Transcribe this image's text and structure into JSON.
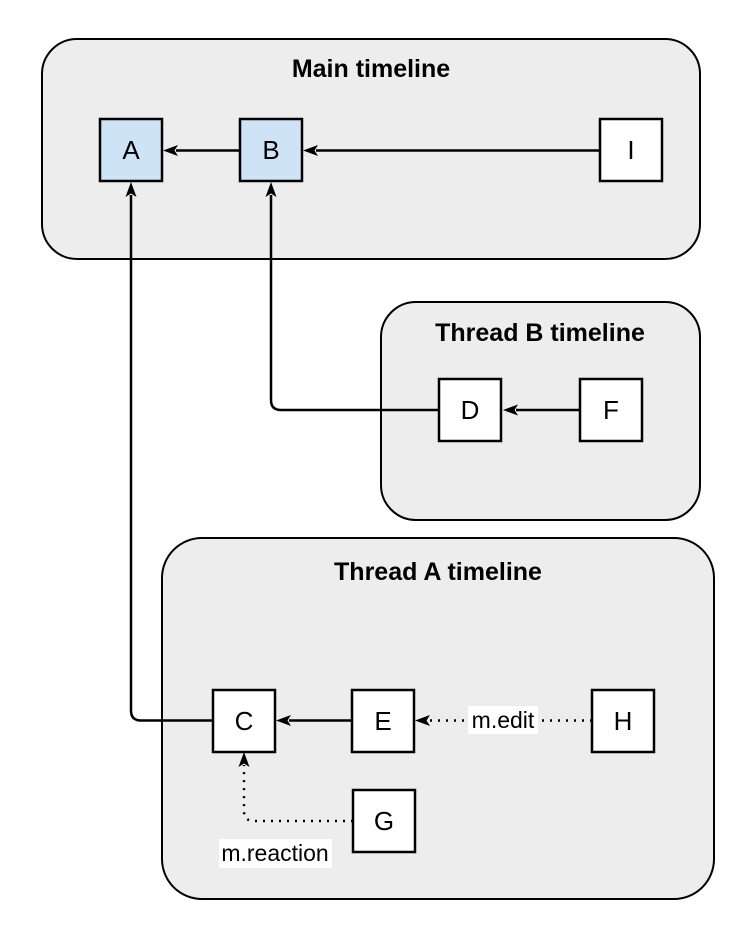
{
  "diagram": {
    "containers": [
      {
        "id": "main-timeline",
        "title": "Main timeline"
      },
      {
        "id": "thread-b-timeline",
        "title": "Thread B timeline"
      },
      {
        "id": "thread-a-timeline",
        "title": "Thread A timeline"
      }
    ],
    "nodes": [
      {
        "id": "A",
        "label": "A",
        "timeline": "main-timeline",
        "fill": "#cfe3f7"
      },
      {
        "id": "B",
        "label": "B",
        "timeline": "main-timeline",
        "fill": "#cfe3f7"
      },
      {
        "id": "I",
        "label": "I",
        "timeline": "main-timeline",
        "fill": "#ffffff"
      },
      {
        "id": "D",
        "label": "D",
        "timeline": "thread-b-timeline",
        "fill": "#ffffff"
      },
      {
        "id": "F",
        "label": "F",
        "timeline": "thread-b-timeline",
        "fill": "#ffffff"
      },
      {
        "id": "C",
        "label": "C",
        "timeline": "thread-a-timeline",
        "fill": "#ffffff"
      },
      {
        "id": "E",
        "label": "E",
        "timeline": "thread-a-timeline",
        "fill": "#ffffff"
      },
      {
        "id": "H",
        "label": "H",
        "timeline": "thread-a-timeline",
        "fill": "#ffffff"
      },
      {
        "id": "G",
        "label": "G",
        "timeline": "thread-a-timeline",
        "fill": "#ffffff"
      }
    ],
    "edges": [
      {
        "from": "B",
        "to": "A",
        "style": "solid"
      },
      {
        "from": "I",
        "to": "B",
        "style": "solid"
      },
      {
        "from": "F",
        "to": "D",
        "style": "solid"
      },
      {
        "from": "D",
        "to": "B",
        "style": "solid"
      },
      {
        "from": "E",
        "to": "C",
        "style": "solid"
      },
      {
        "from": "C",
        "to": "A",
        "style": "solid"
      },
      {
        "from": "H",
        "to": "E",
        "style": "dotted",
        "label": "m.edit"
      },
      {
        "from": "G",
        "to": "C",
        "style": "dotted",
        "label": "m.reaction"
      }
    ],
    "colors": {
      "background": "#ffffff",
      "container_fill": "#ededed",
      "container_stroke": "#000000",
      "node_highlight_fill": "#cfe3f7",
      "node_fill": "#ffffff",
      "node_stroke": "#000000",
      "edge_stroke": "#000000",
      "label_background": "#ffffff"
    }
  }
}
